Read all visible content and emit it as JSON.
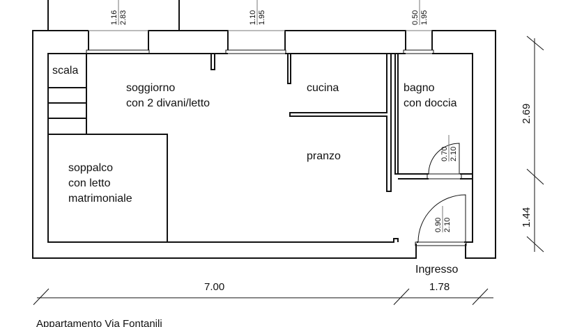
{
  "rooms": {
    "scala": "scala",
    "soggiorno": [
      "soggiorno",
      "con 2 divani/letto"
    ],
    "cucina": "cucina",
    "bagno": [
      "bagno",
      "con doccia"
    ],
    "pranzo": "pranzo",
    "soppalco": [
      "soppalco",
      "con letto",
      "matrimoniale"
    ],
    "ingresso": "Ingresso"
  },
  "openings": [
    {
      "w": "1.16",
      "h": "2.83"
    },
    {
      "w": "1.10",
      "h": "1.95"
    },
    {
      "w": "0.50",
      "h": "1.95"
    },
    {
      "w": "0.70",
      "h": "2.10"
    },
    {
      "w": "0.90",
      "h": "2.10"
    }
  ],
  "dimensions": {
    "bottom_left": "7.00",
    "bottom_right": "1.78",
    "right_top": "2.69",
    "right_bottom": "1.44"
  },
  "caption": "Appartamento Via Fontanili"
}
